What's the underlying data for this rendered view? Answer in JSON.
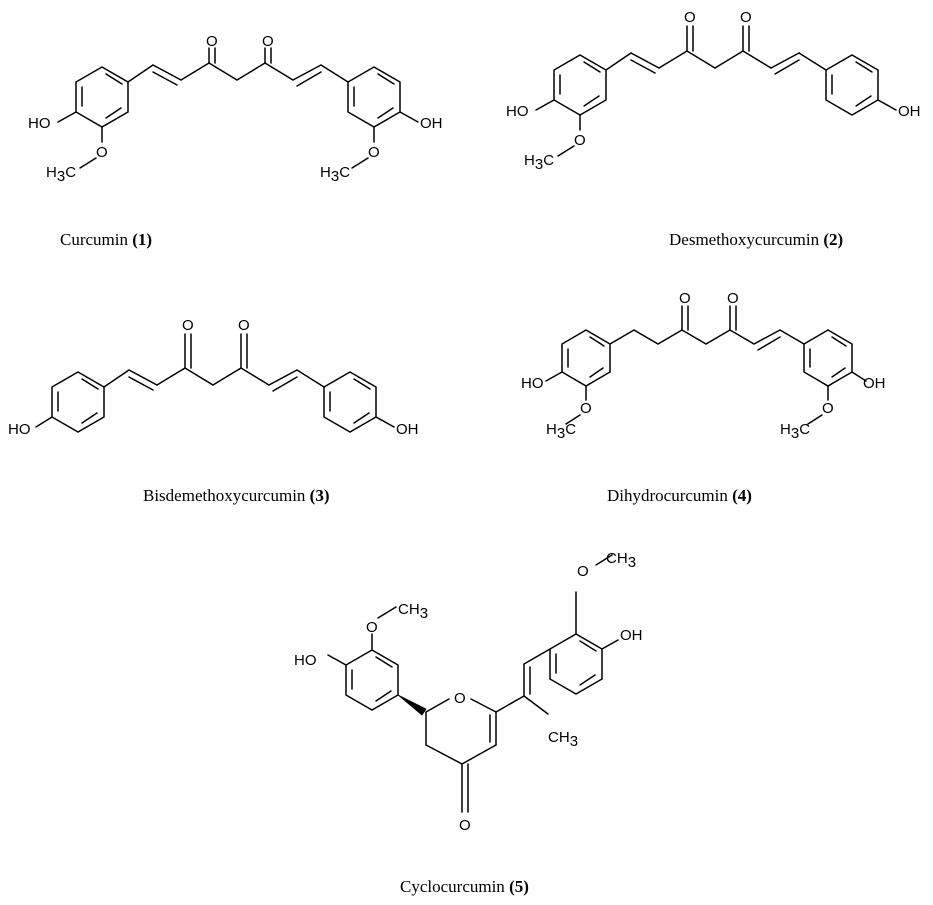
{
  "compounds": [
    {
      "name": "Curcumin",
      "number": "(1)"
    },
    {
      "name": "Desmethoxycurcumin",
      "number": "(2)"
    },
    {
      "name": "Bisdemethoxycurcumin",
      "number": "(3)"
    },
    {
      "name": "Dihydrocurcumin",
      "number": "(4)"
    },
    {
      "name": "Cyclocurcumin",
      "number": "(5)"
    }
  ],
  "atom_labels": {
    "oxygen": "O",
    "hydroxyl_right": "OH",
    "hydroxyl_left": "HO",
    "methyl_c": "C",
    "methyl_h": "H",
    "methyl_sub": "3"
  }
}
